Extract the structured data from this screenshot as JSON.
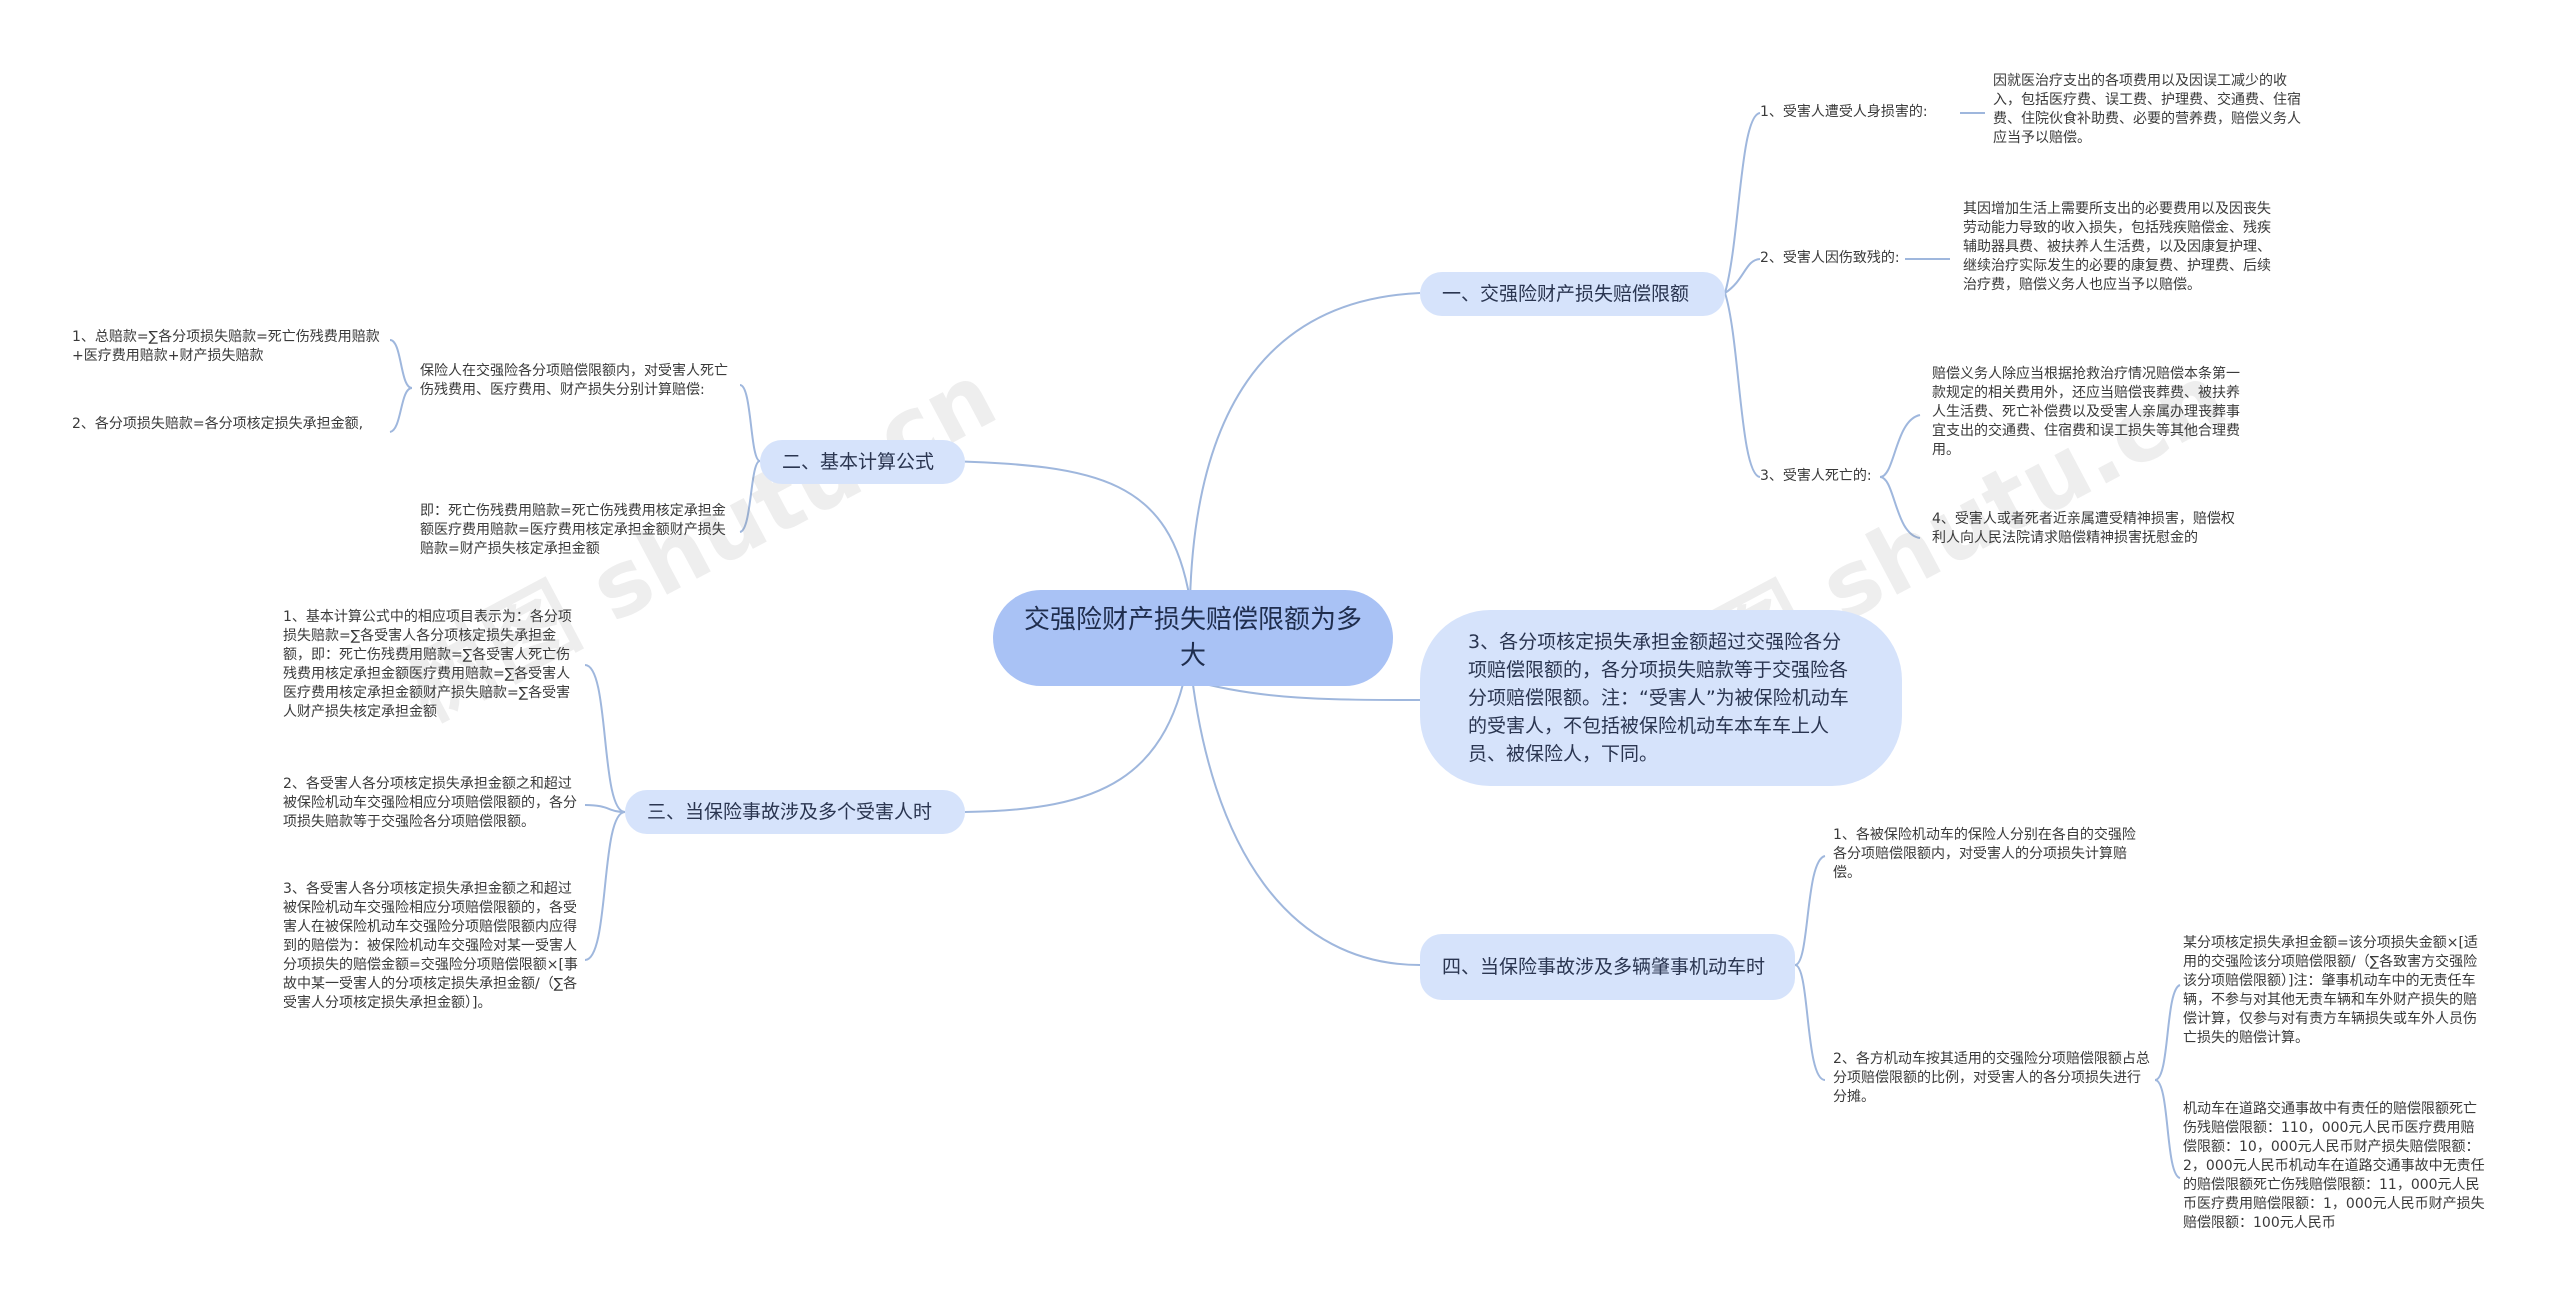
{
  "root": "交强险财产损失赔偿限额为多大",
  "watermark": [
    "树图 shutu.cn",
    "树图 shutu.cn"
  ],
  "b1": {
    "label": "一、交强险财产损失赔偿限额",
    "s1": {
      "label": "1、受害人遭受人身损害的:",
      "text": "因就医治疗支出的各项费用以及因误工减少的收入，包括医疗费、误工费、护理费、交通费、住宿费、住院伙食补助费、必要的营养费，赔偿义务人应当予以赔偿。"
    },
    "s2": {
      "label": "2、受害人因伤致残的:",
      "text": "其因增加生活上需要所支出的必要费用以及因丧失劳动能力导致的收入损失，包括残疾赔偿金、残疾辅助器具费、被扶养人生活费，以及因康复护理、继续治疗实际发生的必要的康复费、护理费、后续治疗费，赔偿义务人也应当予以赔偿。"
    },
    "s3": {
      "label": "3、受害人死亡的:",
      "t1": "赔偿义务人除应当根据抢救治疗情况赔偿本条第一款规定的相关费用外，还应当赔偿丧葬费、被扶养人生活费、死亡补偿费以及受害人亲属办理丧葬事宜支出的交通费、住宿费和误工损失等其他合理费用。",
      "t2": "4、受害人或者死者近亲属遭受精神损害，赔偿权利人向人民法院请求赔偿精神损害抚慰金的"
    }
  },
  "b2": {
    "label": "二、基本计算公式",
    "mid1": "保险人在交强险各分项赔偿限额内，对受害人死亡伤残费用、医疗费用、财产损失分别计算赔偿:",
    "f1": "1、总赔款=∑各分项损失赔款=死亡伤残费用赔款+医疗费用赔款+财产损失赔款",
    "f2": "2、各分项损失赔款=各分项核定损失承担金额,",
    "mid2": "即：死亡伤残费用赔款=死亡伤残费用核定承担金额医疗费用赔款=医疗费用核定承担金额财产损失赔款=财产损失核定承担金额"
  },
  "b3": {
    "label": "三、当保险事故涉及多个受害人时",
    "t1": "1、基本计算公式中的相应项目表示为：各分项损失赔款=∑各受害人各分项核定损失承担金额，即：死亡伤残费用赔款=∑各受害人死亡伤残费用核定承担金额医疗费用赔款=∑各受害人医疗费用核定承担金额财产损失赔款=∑各受害人财产损失核定承担金额",
    "t2": "2、各受害人各分项核定损失承担金额之和超过被保险机动车交强险相应分项赔偿限额的，各分项损失赔款等于交强险各分项赔偿限额。",
    "t3": "3、各受害人各分项核定损失承担金额之和超过被保险机动车交强险相应分项赔偿限额的，各受害人在被保险机动车交强险分项赔偿限额内应得到的赔偿为：被保险机动车交强险对某一受害人分项损失的赔偿金额=交强险分项赔偿限额×[事故中某一受害人的分项核定损失承担金额/（∑各受害人分项核定损失承担金额）]。"
  },
  "b4": {
    "label": "3、各分项核定损失承担金额超过交强险各分项赔偿限额的，各分项损失赔款等于交强险各分项赔偿限额。注：“受害人”为被保险机动车的受害人，不包括被保险机动车本车车上人员、被保险人，下同。"
  },
  "b5": {
    "label": "四、当保险事故涉及多辆肇事机动车时",
    "t1": "1、各被保险机动车的保险人分别在各自的交强险各分项赔偿限额内，对受害人的分项损失计算赔偿。",
    "t2": "2、各方机动车按其适用的交强险分项赔偿限额占总分项赔偿限额的比例，对受害人的各分项损失进行分摊。",
    "t3": "某分项核定损失承担金额=该分项损失金额×[适用的交强险该分项赔偿限额/（∑各致害方交强险该分项赔偿限额）]注：肇事机动车中的无责任车辆，不参与对其他无责车辆和车外财产损失的赔偿计算，仅参与对有责方车辆损失或车外人员伤亡损失的赔偿计算。",
    "t4": "机动车在道路交通事故中有责任的赔偿限额死亡伤残赔偿限额：110，000元人民币医疗费用赔偿限额：10，000元人民币财产损失赔偿限额：2，000元人民币机动车在道路交通事故中无责任的赔偿限额死亡伤残赔偿限额：11，000元人民币医疗费用赔偿限额：1，000元人民币财产损失赔偿限额：100元人民币"
  },
  "colors": {
    "line": "#9fb7dd",
    "root": "#a9c2f5",
    "branch": "#d6e3fb"
  }
}
